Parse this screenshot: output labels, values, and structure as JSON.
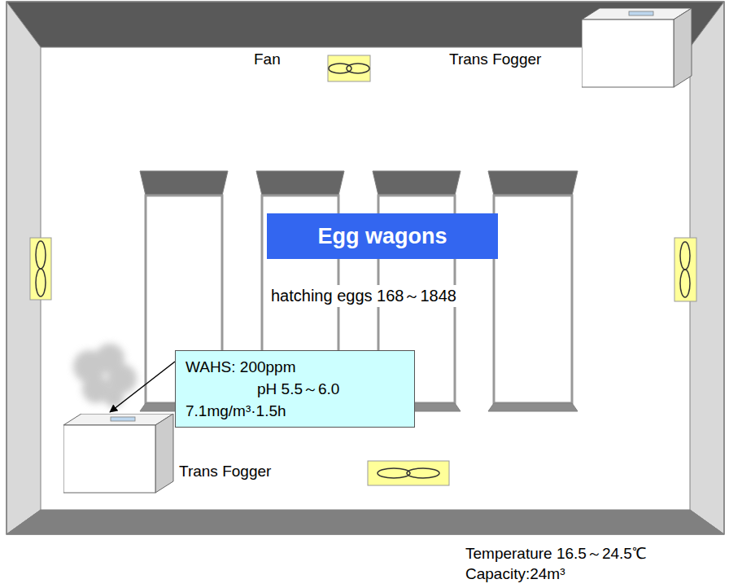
{
  "diagram": {
    "nodes": [
      {
        "text": [
          "Trans Fogger"
        ]
      },
      {
        "text": [
          "Egg wagons"
        ]
      },
      {
        "text": [
          "WAHS: 200ppm",
          "pH 5.5～6.0",
          "7.1mg/m³·1.5h"
        ]
      },
      {
        "text": [
          "Trans Fogger"
        ]
      }
    ],
    "edges": [
      {
        "from": 2,
        "to": 3,
        "arrow": "to"
      }
    ],
    "labels": [
      "Fan",
      "hatching eggs 168～1848",
      "Temperature 16.5～24.5℃",
      "Capacity:24m³"
    ]
  }
}
